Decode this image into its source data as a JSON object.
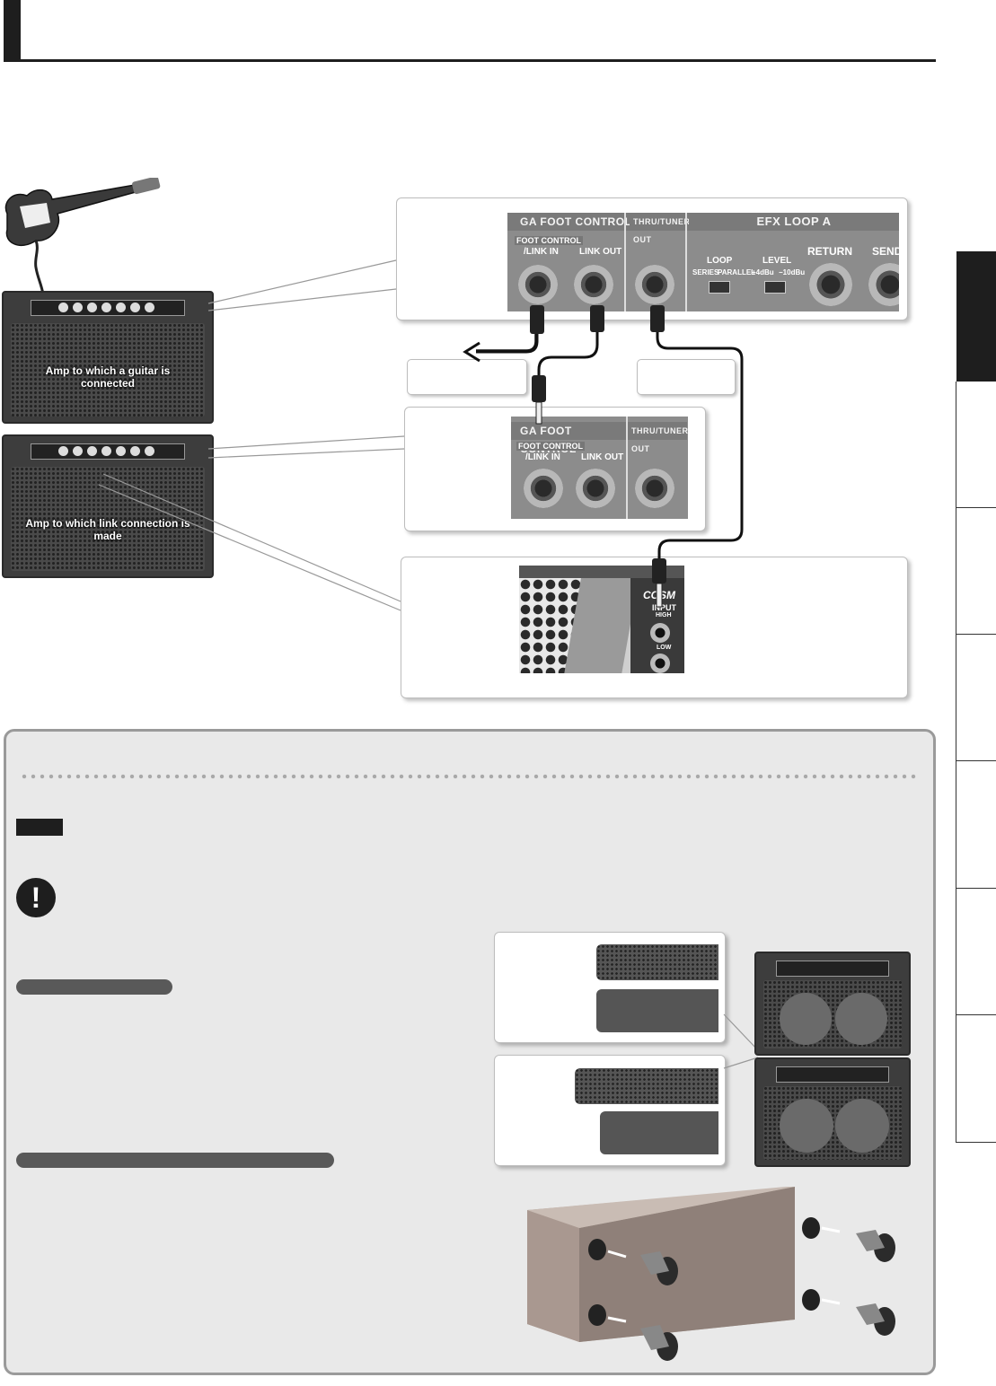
{
  "header": {
    "title": ""
  },
  "connection_diagram": {
    "upper_amp_label": "Amp to which a guitar is connected",
    "lower_amp_label": "Amp to which link connection is made",
    "upper_panel": {
      "foot_control_title": "GA FOOT CONTROL",
      "foot_control_sub": "FOOT CONTROL",
      "link_in": "/LINK IN",
      "link_out": "LINK OUT",
      "thru_title": "THRU/TUNER OUT",
      "efx_title": "EFX LOOP A",
      "loop": "LOOP",
      "series": "SERIES",
      "parallel": "PARALLEL",
      "level": "LEVEL",
      "plus4": "+4dBu",
      "minus10": "−10dBu",
      "return": "RETURN",
      "send": "SEND"
    },
    "lower_panel": {
      "foot_control_title": "GA FOOT CONTROL",
      "foot_control_sub": "FOOT CONTROL",
      "link_in": "/LINK IN",
      "link_out": "LINK OUT",
      "thru_title": "THRU/TUNER OUT"
    },
    "input_panel": {
      "cosm": "COSM",
      "input": "INPUT",
      "high": "HIGH",
      "low": "LOW"
    }
  },
  "side_tabs": {
    "count": 7,
    "active_index": 0
  },
  "colors": {
    "accent_dark": "#1e1e1e",
    "info_bg": "#e9e9e9",
    "panel_gray": "#8c8c8c",
    "cabinet": "#a1928a"
  },
  "icons": [
    "electric-guitar-icon",
    "warning-exclamation-icon",
    "arrow-left-icon"
  ]
}
